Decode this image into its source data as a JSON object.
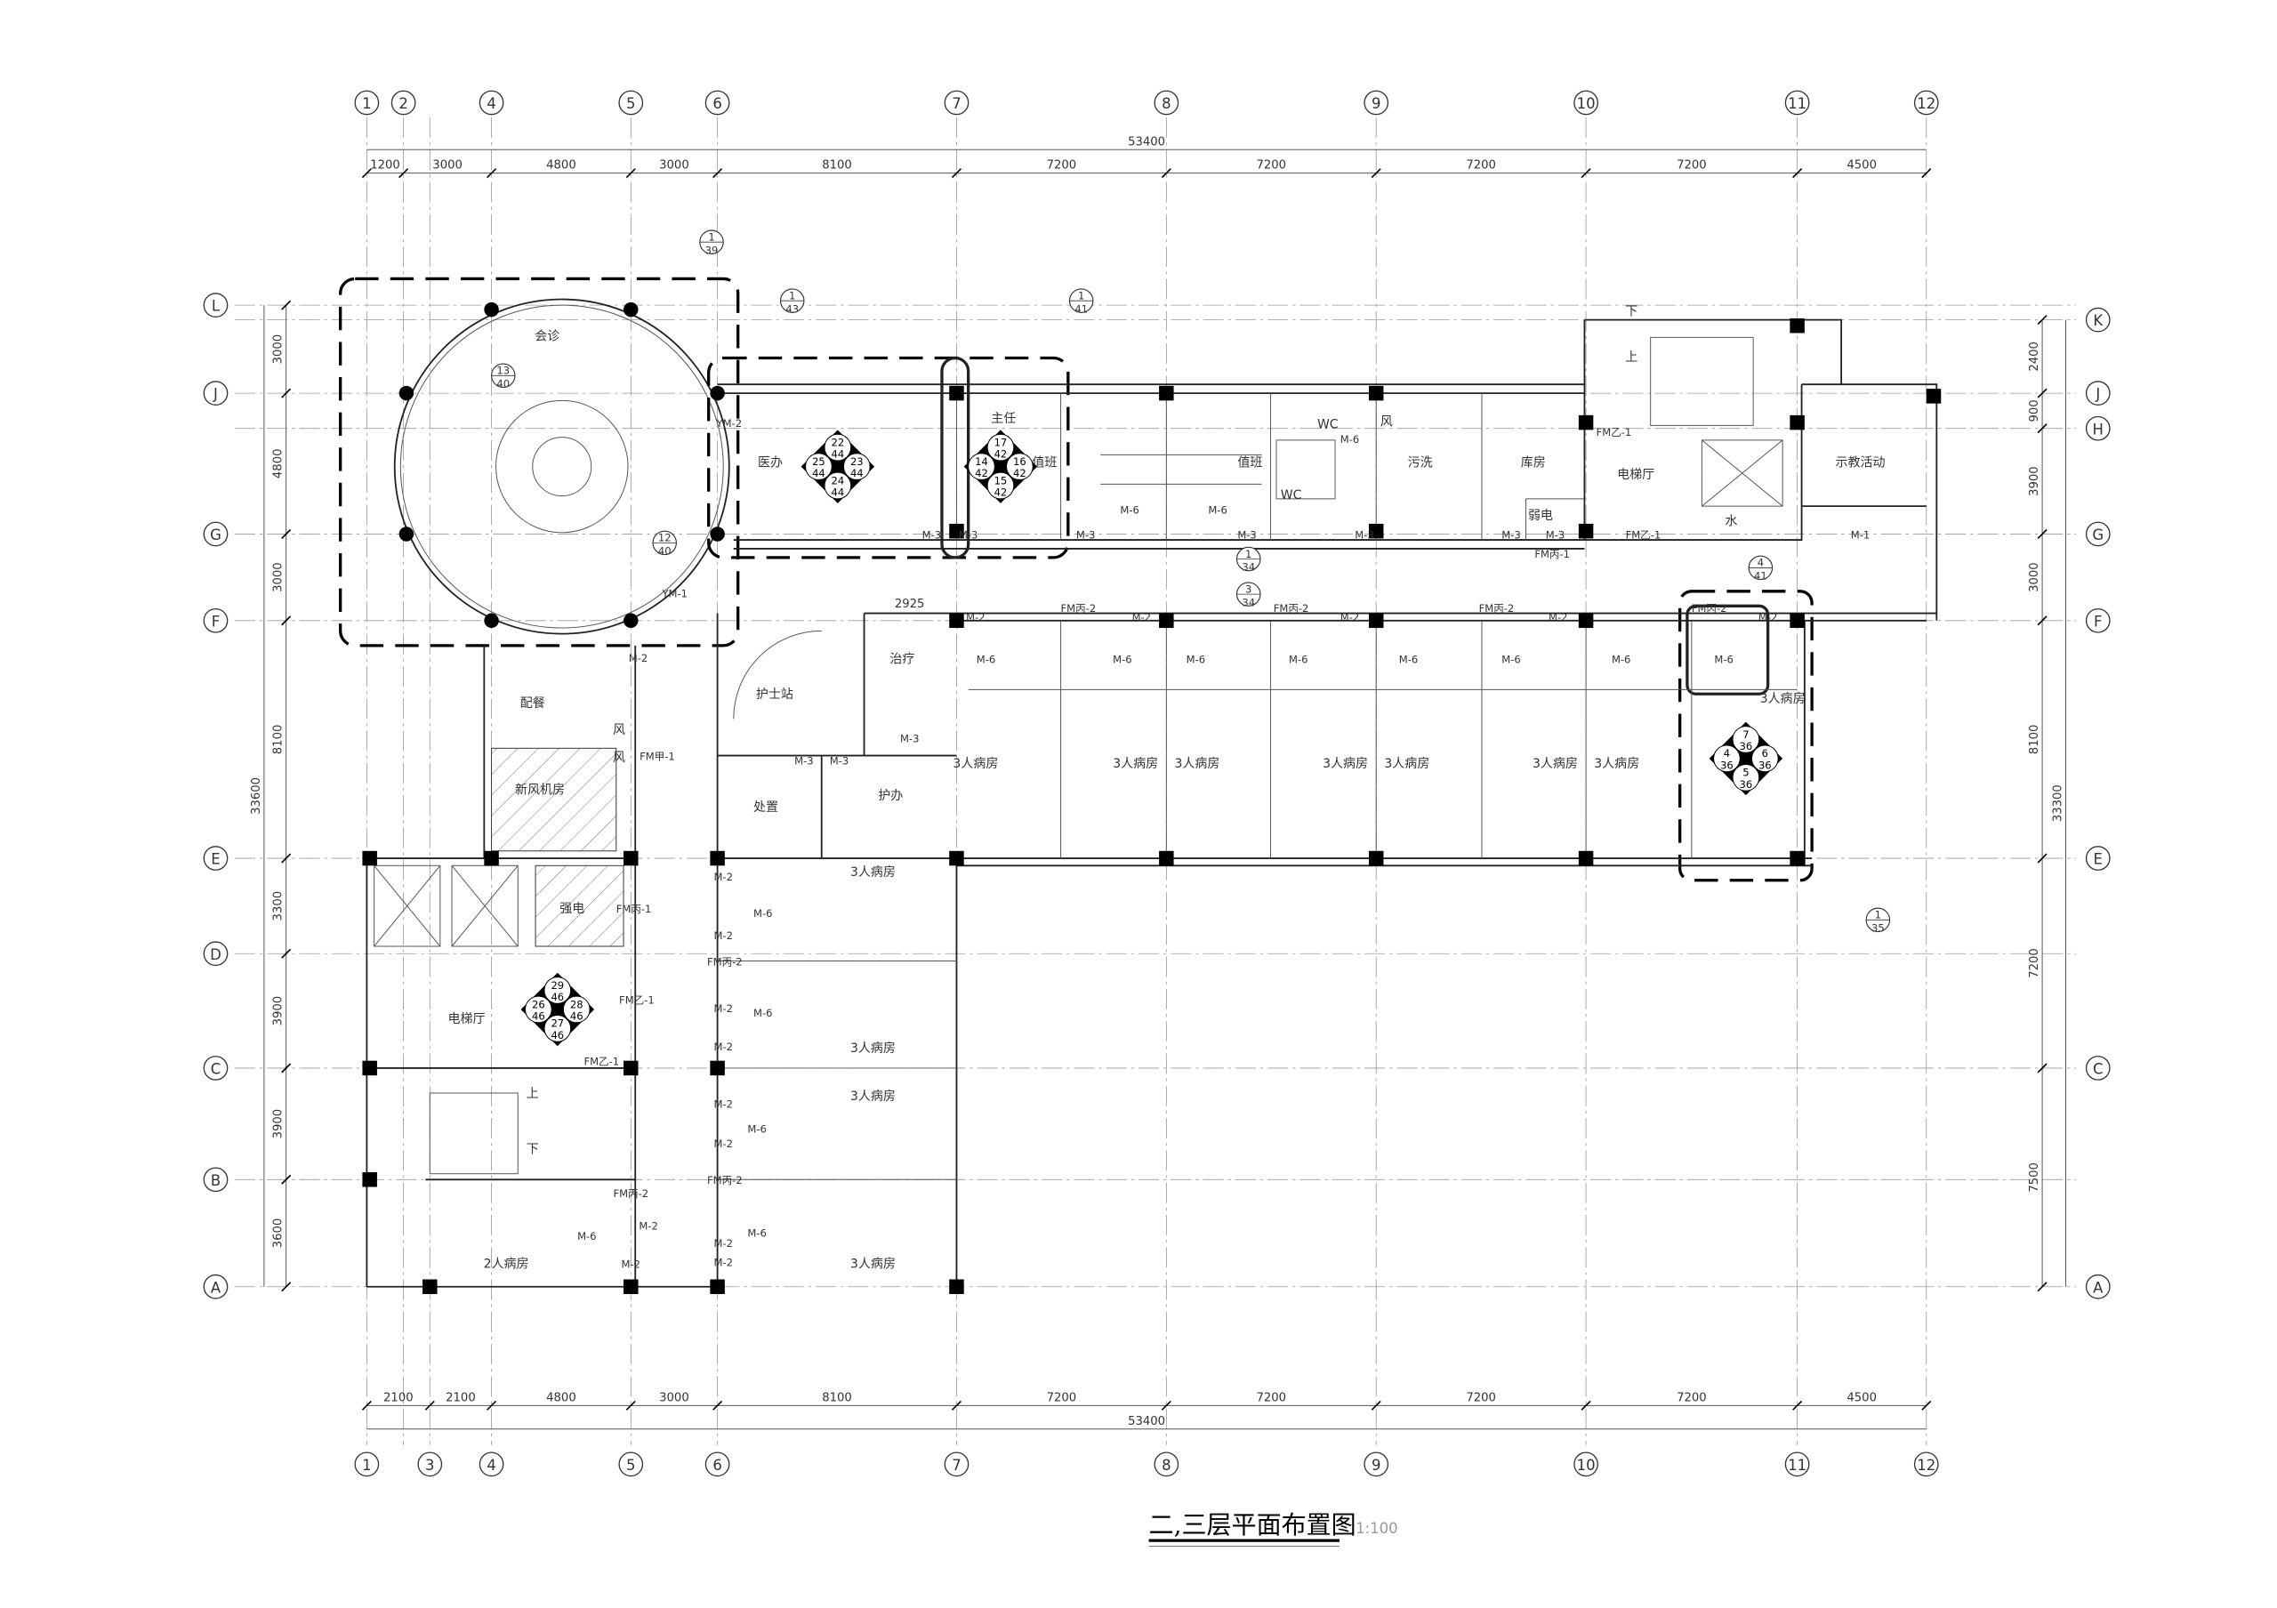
{
  "title": {
    "text": "二,三层平面布置图",
    "scale": "1:100"
  },
  "axes_x": {
    "top": [
      "1",
      "2",
      "4",
      "5",
      "6",
      "7",
      "8",
      "9",
      "10",
      "11",
      "12"
    ],
    "bottom": [
      "1",
      "3",
      "4",
      "5",
      "6",
      "7",
      "8",
      "9",
      "10",
      "11",
      "12"
    ]
  },
  "axes_y": {
    "left": [
      "L",
      "J",
      "G",
      "F",
      "E",
      "D",
      "C",
      "B",
      "A"
    ],
    "right": [
      "K",
      "J",
      "H",
      "G",
      "F",
      "E",
      "C",
      "A"
    ]
  },
  "dimensions": {
    "top_total": "53400",
    "top": [
      "1200",
      "3000",
      "4800",
      "3000",
      "8100",
      "7200",
      "7200",
      "7200",
      "7200",
      "4500"
    ],
    "bottom_total": "53400",
    "bottom": [
      "2100",
      "2100",
      "4800",
      "3000",
      "8100",
      "7200",
      "7200",
      "7200",
      "7200",
      "4500"
    ],
    "left_total": "33600",
    "left": [
      "3000",
      "4800",
      "3000",
      "8100",
      "3300",
      "3900",
      "3900",
      "3600"
    ],
    "right_total": "33300",
    "right": [
      "2400",
      "900",
      "3900",
      "3000",
      "8100",
      "7200",
      "7500"
    ],
    "nurse_station_width": "2925"
  },
  "rooms": [
    "会诊",
    "医办",
    "主任",
    "值班",
    "值班",
    "WC",
    "WC",
    "风",
    "污洗",
    "库房",
    "弱电",
    "电梯厅",
    "示教活动",
    "水",
    "配餐",
    "新风机房",
    "护士站",
    "治疗",
    "处置",
    "护办",
    "强电",
    "电梯厅",
    "3人病房",
    "3人病房",
    "3人病房",
    "3人病房",
    "2人病房",
    "3人病房",
    "3人病房",
    "3人病房",
    "3人病房",
    "3人病房",
    "3人病房",
    "3人病房",
    "3人病房",
    "上",
    "下",
    "上",
    "下",
    "风",
    "风"
  ],
  "doors": [
    "YM-2",
    "YM-1",
    "M-3",
    "M-3",
    "M-3",
    "M-6",
    "M-6",
    "M-6",
    "M-3",
    "M-3",
    "M-3",
    "M-3",
    "FM丙-1",
    "FM乙-1",
    "FM乙-1",
    "M-1",
    "M-2",
    "FM甲-1",
    "M-3",
    "M-3",
    "M-3",
    "FM丙-1",
    "FM乙-1",
    "FM乙-1",
    "M-2",
    "M-2",
    "M-6",
    "FM丙-2",
    "M-6",
    "M-2",
    "M-2",
    "M-6",
    "FM丙-2",
    "M-6",
    "M-2",
    "M-2",
    "FM丙-2",
    "M-2",
    "M-6",
    "M-6",
    "M-6",
    "M-6",
    "M-6",
    "M-6",
    "M-6",
    "M-6",
    "FM丙-2",
    "FM丙-2",
    "FM丙-2",
    "FM丙-2",
    "M-2",
    "M-2",
    "M-2",
    "M-2",
    "M-2",
    "M-2",
    "M-2",
    "M-2",
    "M-6"
  ],
  "detail_refs": [
    {
      "num": "1",
      "sheet": "39"
    },
    {
      "num": "1",
      "sheet": "43"
    },
    {
      "num": "1",
      "sheet": "41"
    },
    {
      "num": "4",
      "sheet": "41"
    },
    {
      "num": "1",
      "sheet": "35"
    },
    {
      "num": "1",
      "sheet": "34"
    },
    {
      "num": "3",
      "sheet": "34"
    },
    {
      "num": "13",
      "sheet": "40"
    },
    {
      "num": "12",
      "sheet": "40"
    }
  ],
  "elevation_markers": [
    {
      "sheet": "44",
      "nums": [
        "22",
        "23",
        "24",
        "25"
      ]
    },
    {
      "sheet": "42",
      "nums": [
        "17",
        "16",
        "15",
        "14"
      ]
    },
    {
      "sheet": "46",
      "nums": [
        "29",
        "28",
        "27",
        "26"
      ]
    },
    {
      "sheet": "36",
      "nums": [
        "7",
        "6",
        "5",
        "4"
      ]
    }
  ]
}
